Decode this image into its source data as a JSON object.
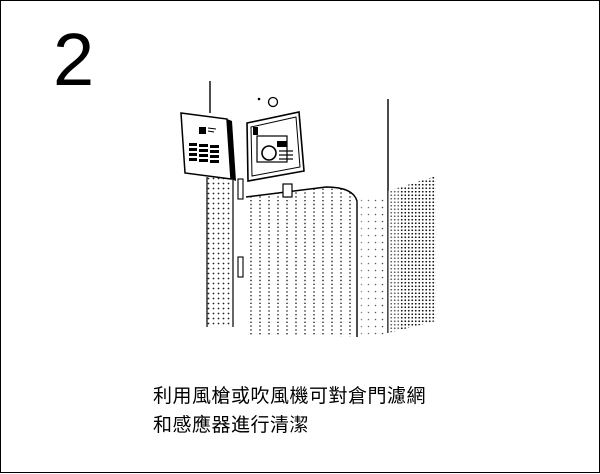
{
  "step": {
    "number": "2"
  },
  "illustration": {
    "subject": "air-purifier-sensor-cover-removed"
  },
  "caption": {
    "line1": "利用風槍或吹風機可對倉門濾網",
    "line2": "和感應器進行清潔"
  }
}
